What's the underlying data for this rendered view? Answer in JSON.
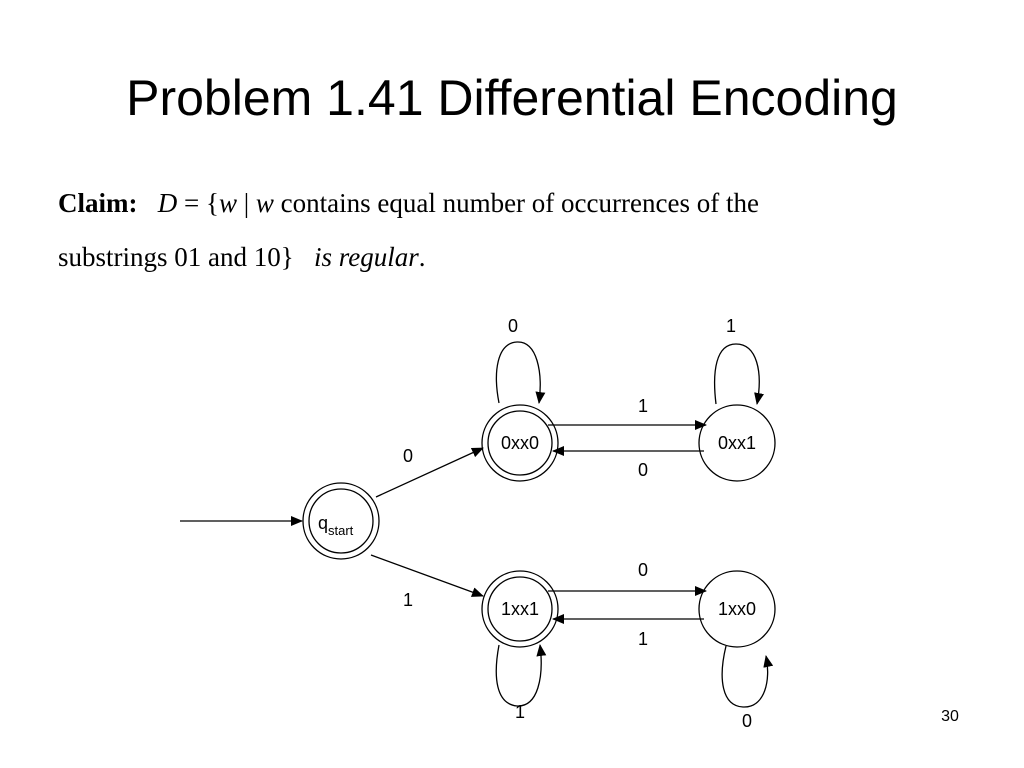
{
  "title": "Problem 1.41 Differential Encoding",
  "claim": {
    "label": "Claim:",
    "set_lhs": "D",
    "equals": "=",
    "set_open": "{",
    "var_w1": "w",
    "bar": "|",
    "var_w2": "w",
    "text_1": "contains equal number of occurrences of the",
    "text_2": "substrings 01 and 10}",
    "text_3": "is  regular",
    "period": "."
  },
  "dfa": {
    "states": {
      "start": {
        "main": "q",
        "sub": "start"
      },
      "s0xx0": {
        "label": "0xx0"
      },
      "s0xx1": {
        "label": "0xx1"
      },
      "s1xx1": {
        "label": "1xx1"
      },
      "s1xx0": {
        "label": "1xx0"
      }
    },
    "transitions": {
      "start_to_0xx0": "0",
      "start_to_1xx1": "1",
      "s0xx0_to_0xx1": "1",
      "s0xx1_to_0xx0": "0",
      "s1xx1_to_1xx0": "0",
      "s1xx0_to_1xx1": "1",
      "loop_0xx0": "0",
      "loop_0xx1": "1",
      "loop_1xx1": "1",
      "loop_1xx0": "0"
    }
  },
  "page_number": "30"
}
